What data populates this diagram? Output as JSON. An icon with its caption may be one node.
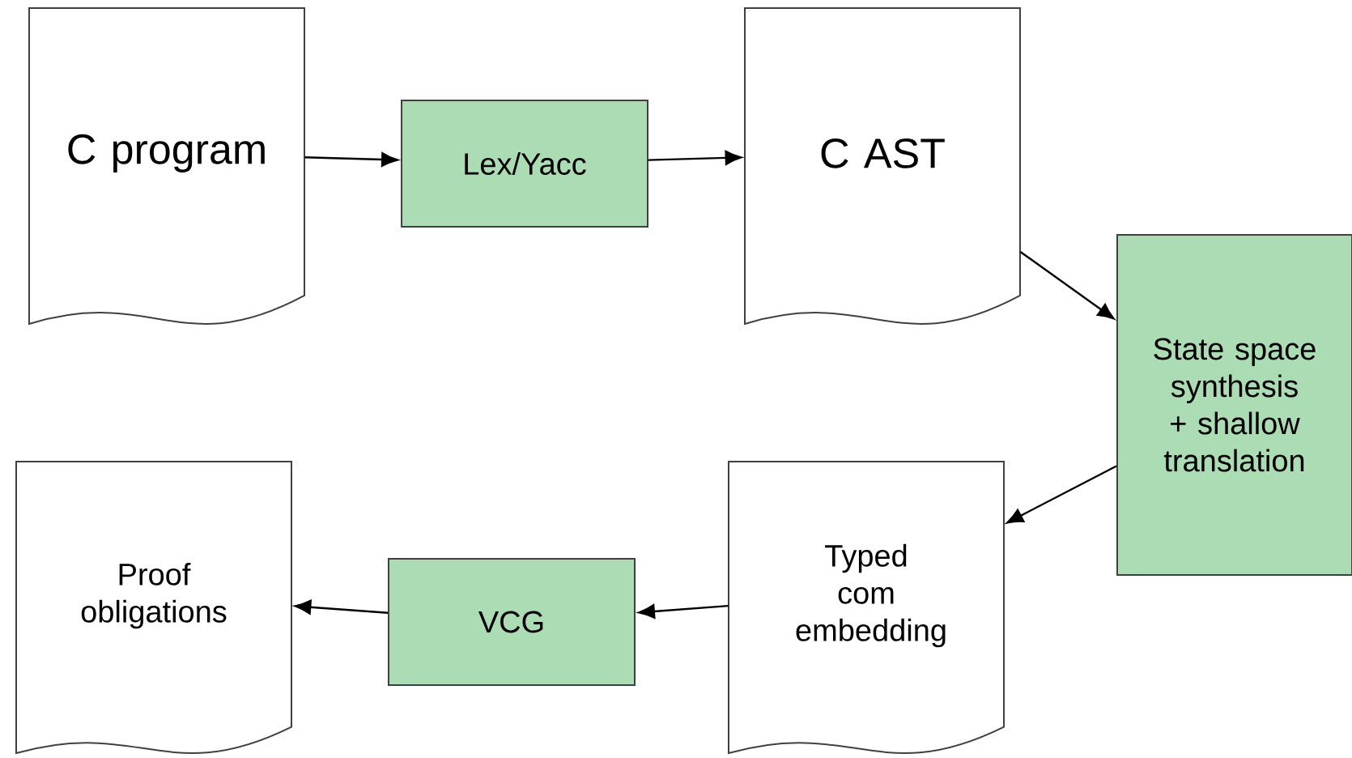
{
  "diagram": {
    "nodes": [
      {
        "text": [
          "C program"
        ]
      },
      {
        "text": [
          "Lex/Yacc"
        ]
      },
      {
        "text": [
          "C AST"
        ]
      },
      {
        "text": [
          "State space synthesis + shallow translation"
        ]
      },
      {
        "text": [
          "Typed com embedding"
        ]
      },
      {
        "text": [
          "VCG"
        ]
      },
      {
        "text": [
          "Proof obligations"
        ]
      }
    ],
    "edges": [
      {
        "from": 0,
        "to": 1,
        "arrow": "to"
      },
      {
        "from": 1,
        "to": 2,
        "arrow": "to"
      },
      {
        "from": 2,
        "to": 3,
        "arrow": "to"
      },
      {
        "from": 3,
        "to": 4,
        "arrow": "to"
      },
      {
        "from": 4,
        "to": 5,
        "arrow": "to"
      },
      {
        "from": 5,
        "to": 6,
        "arrow": "to"
      }
    ]
  }
}
